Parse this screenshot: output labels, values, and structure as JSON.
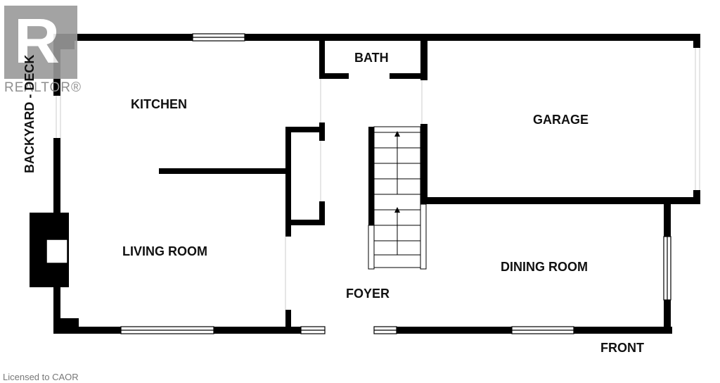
{
  "rooms": {
    "kitchen": "KITCHEN",
    "bath": "BATH",
    "garage": "GARAGE",
    "living_room": "LIVING ROOM",
    "dining_room": "DINING ROOM",
    "foyer": "FOYER"
  },
  "orientation": {
    "back": "BACKYARD - DECK",
    "front": "FRONT"
  },
  "watermark": {
    "logo_letter": "R",
    "logo_text": "REALTOR®"
  },
  "footer": "Licensed to CAOR",
  "colors": {
    "wall": "#000000",
    "background": "#ffffff",
    "watermark": "#9a9a9a"
  }
}
